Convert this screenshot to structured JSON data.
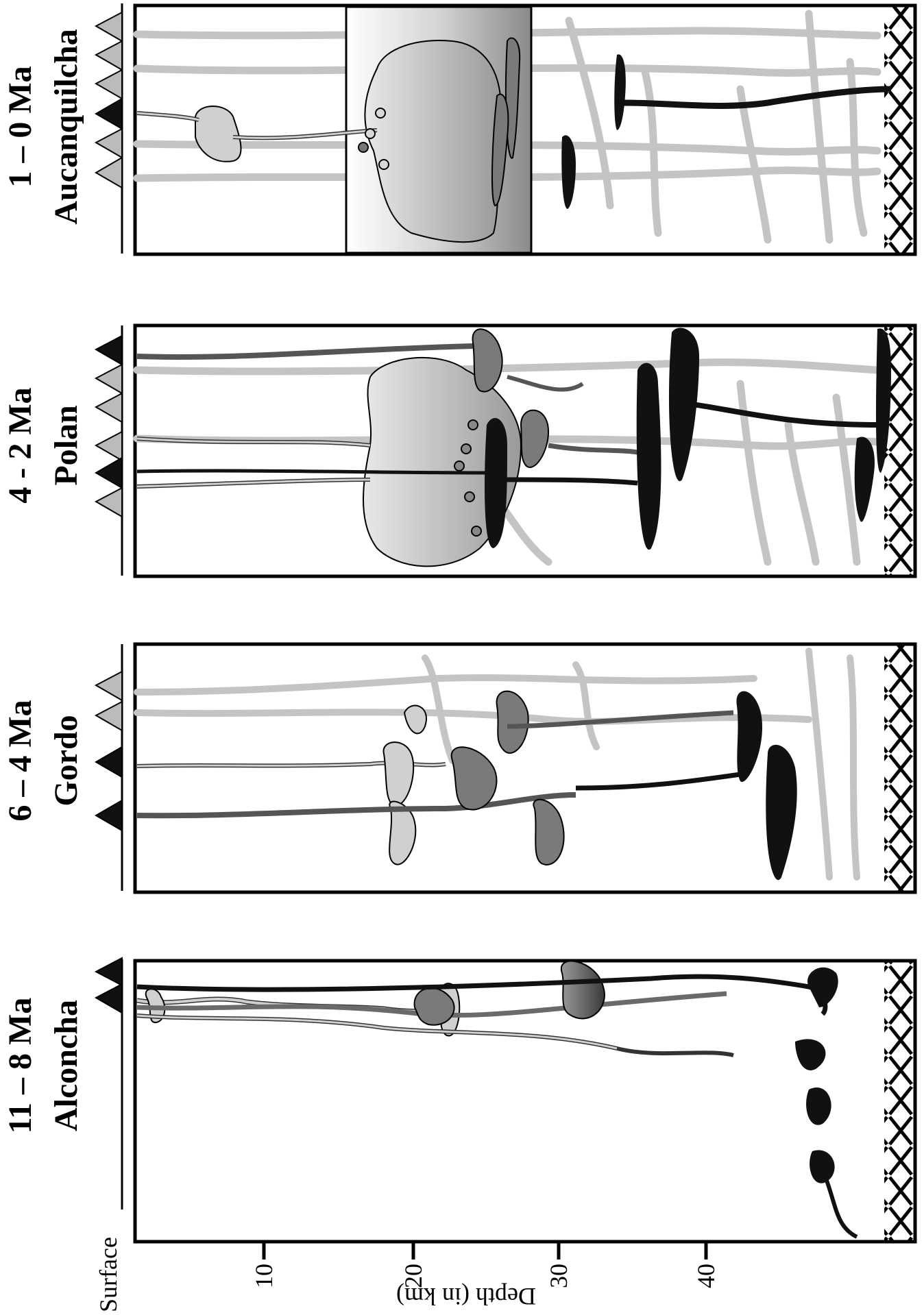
{
  "figure": {
    "surface_label": "Surface",
    "depth_axis_label": "Depth (in km)",
    "depth_ticks": [
      "10",
      "20",
      "30",
      "40"
    ],
    "colors": {
      "oldest_magma": "#c8c8c8",
      "intermediate_magma": "#777777",
      "youngest_magma": "#111111",
      "stipple": "#bdbdbd",
      "frame": "#000000"
    },
    "panels": [
      {
        "age": "11 – 8 Ma",
        "name": "Alconcha"
      },
      {
        "age": "6 – 4 Ma",
        "name": "Gordo"
      },
      {
        "age": "4 - 2 Ma",
        "name": "Polan"
      },
      {
        "age": "1 – 0 Ma",
        "name": "Aucanquilcha"
      }
    ]
  }
}
